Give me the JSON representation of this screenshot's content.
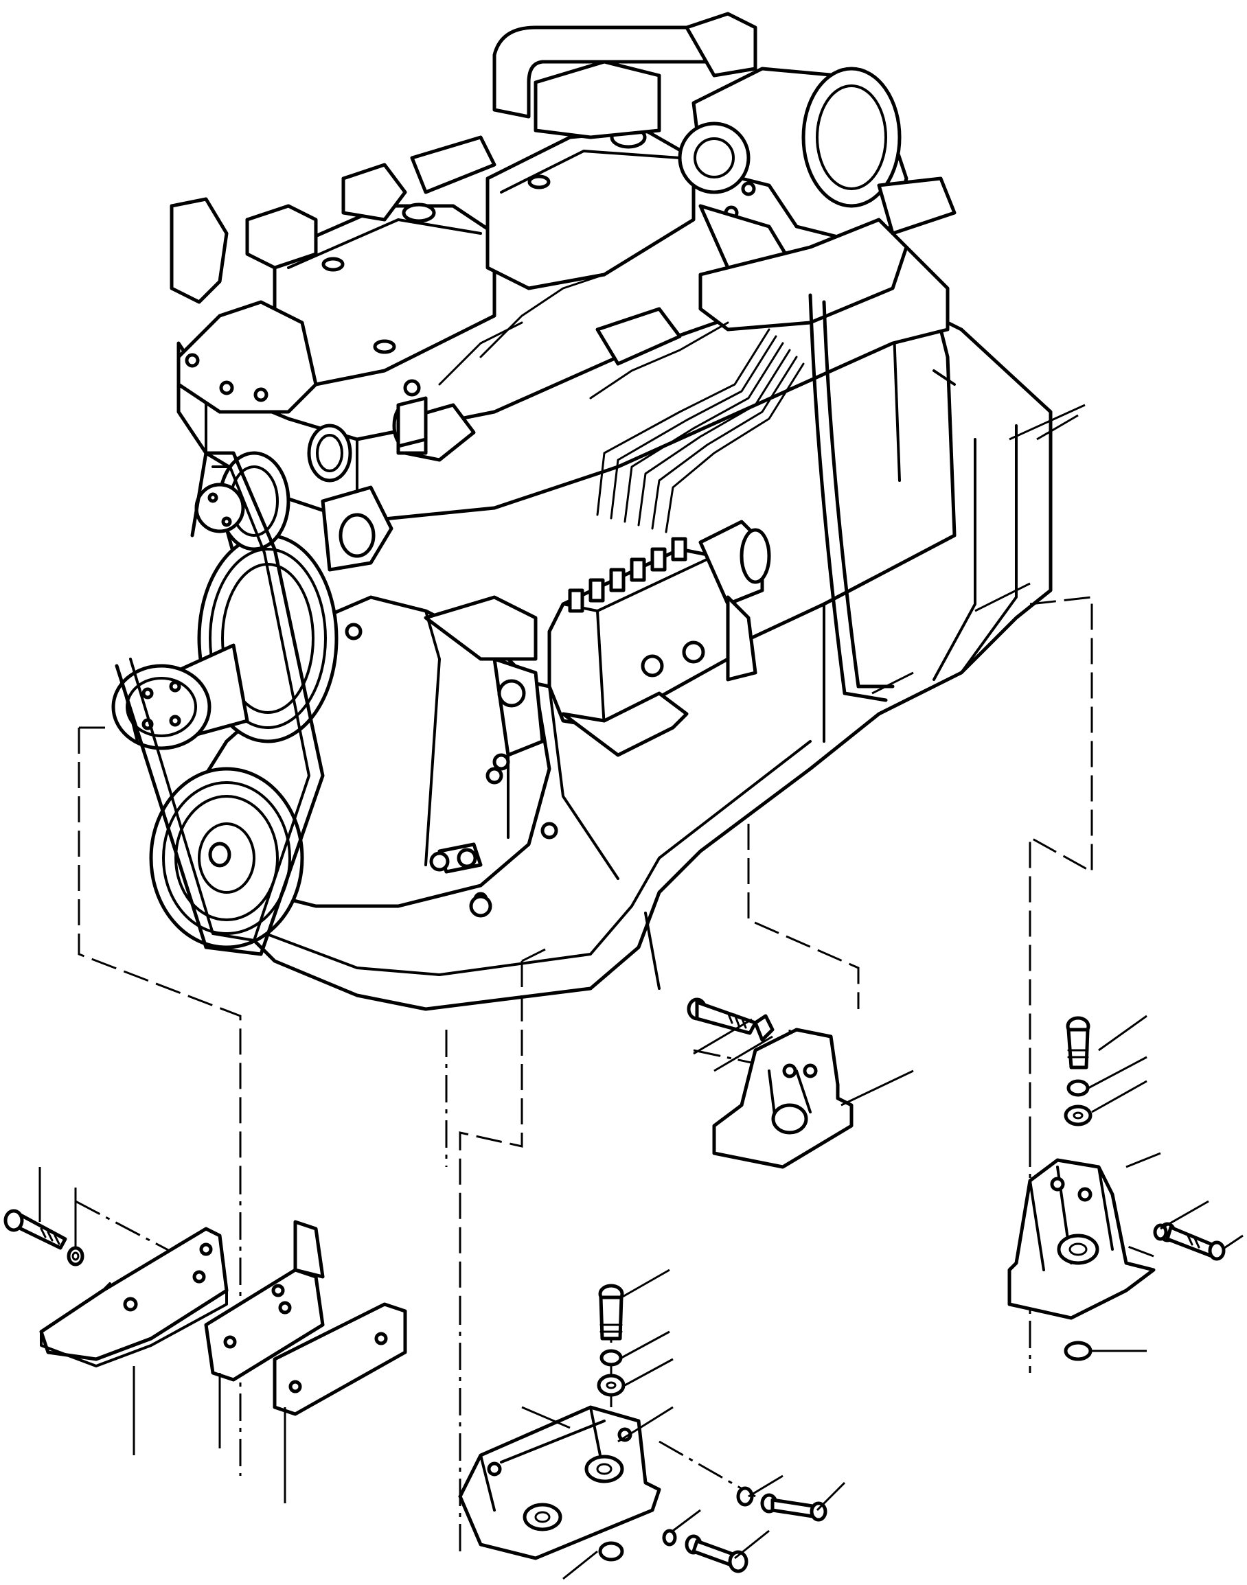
{
  "colors": {
    "line": "#000000",
    "background": "#ffffff"
  },
  "figure": {
    "kind": "exploded-parts-diagram",
    "subject_icon": "engine-icon",
    "labels": []
  },
  "parts": [
    {
      "name": "engine-assembly",
      "icon": "engine-icon"
    },
    {
      "name": "front-left-mount",
      "icon": "bracket-icon"
    },
    {
      "name": "front-center-mount",
      "icon": "mount-icon"
    },
    {
      "name": "rear-center-mount",
      "icon": "mount-icon"
    },
    {
      "name": "rear-right-mount",
      "icon": "mount-icon"
    }
  ]
}
